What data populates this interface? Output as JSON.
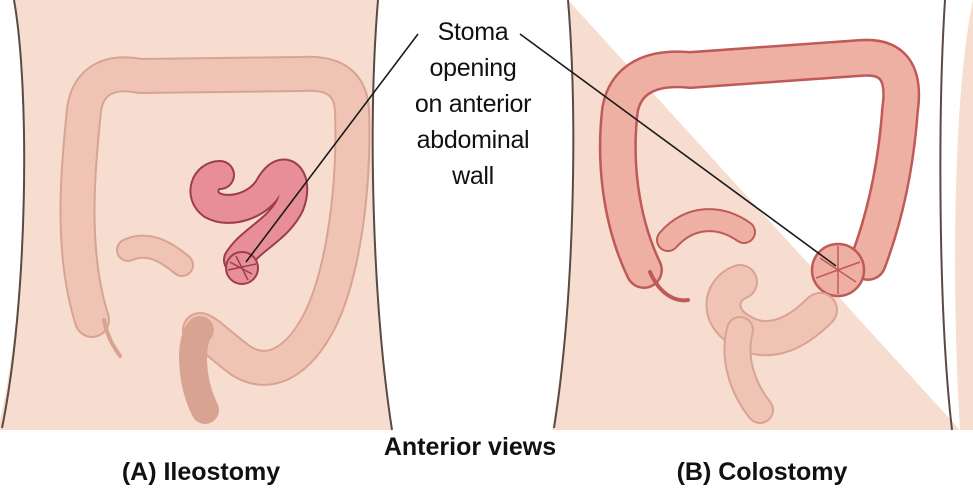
{
  "callout": {
    "lines": [
      "Stoma",
      "opening",
      "on anterior",
      "abdominal",
      "wall"
    ]
  },
  "caption": "Anterior views",
  "panels": {
    "a": {
      "label": "(A) Ileostomy"
    },
    "b": {
      "label": "(B) Colostomy"
    }
  },
  "colors": {
    "skin": "#f6ddd0",
    "skin_outline": "#5a4a44",
    "colon_faded": "#f0c4b4",
    "colon_faded_outline": "#d9a392",
    "colon_active": "#eeb0a2",
    "colon_active_outline": "#c05a58",
    "ileum": "#e88e98",
    "ileum_outline": "#9c3e4a",
    "haustra": "#f7d6ca"
  }
}
